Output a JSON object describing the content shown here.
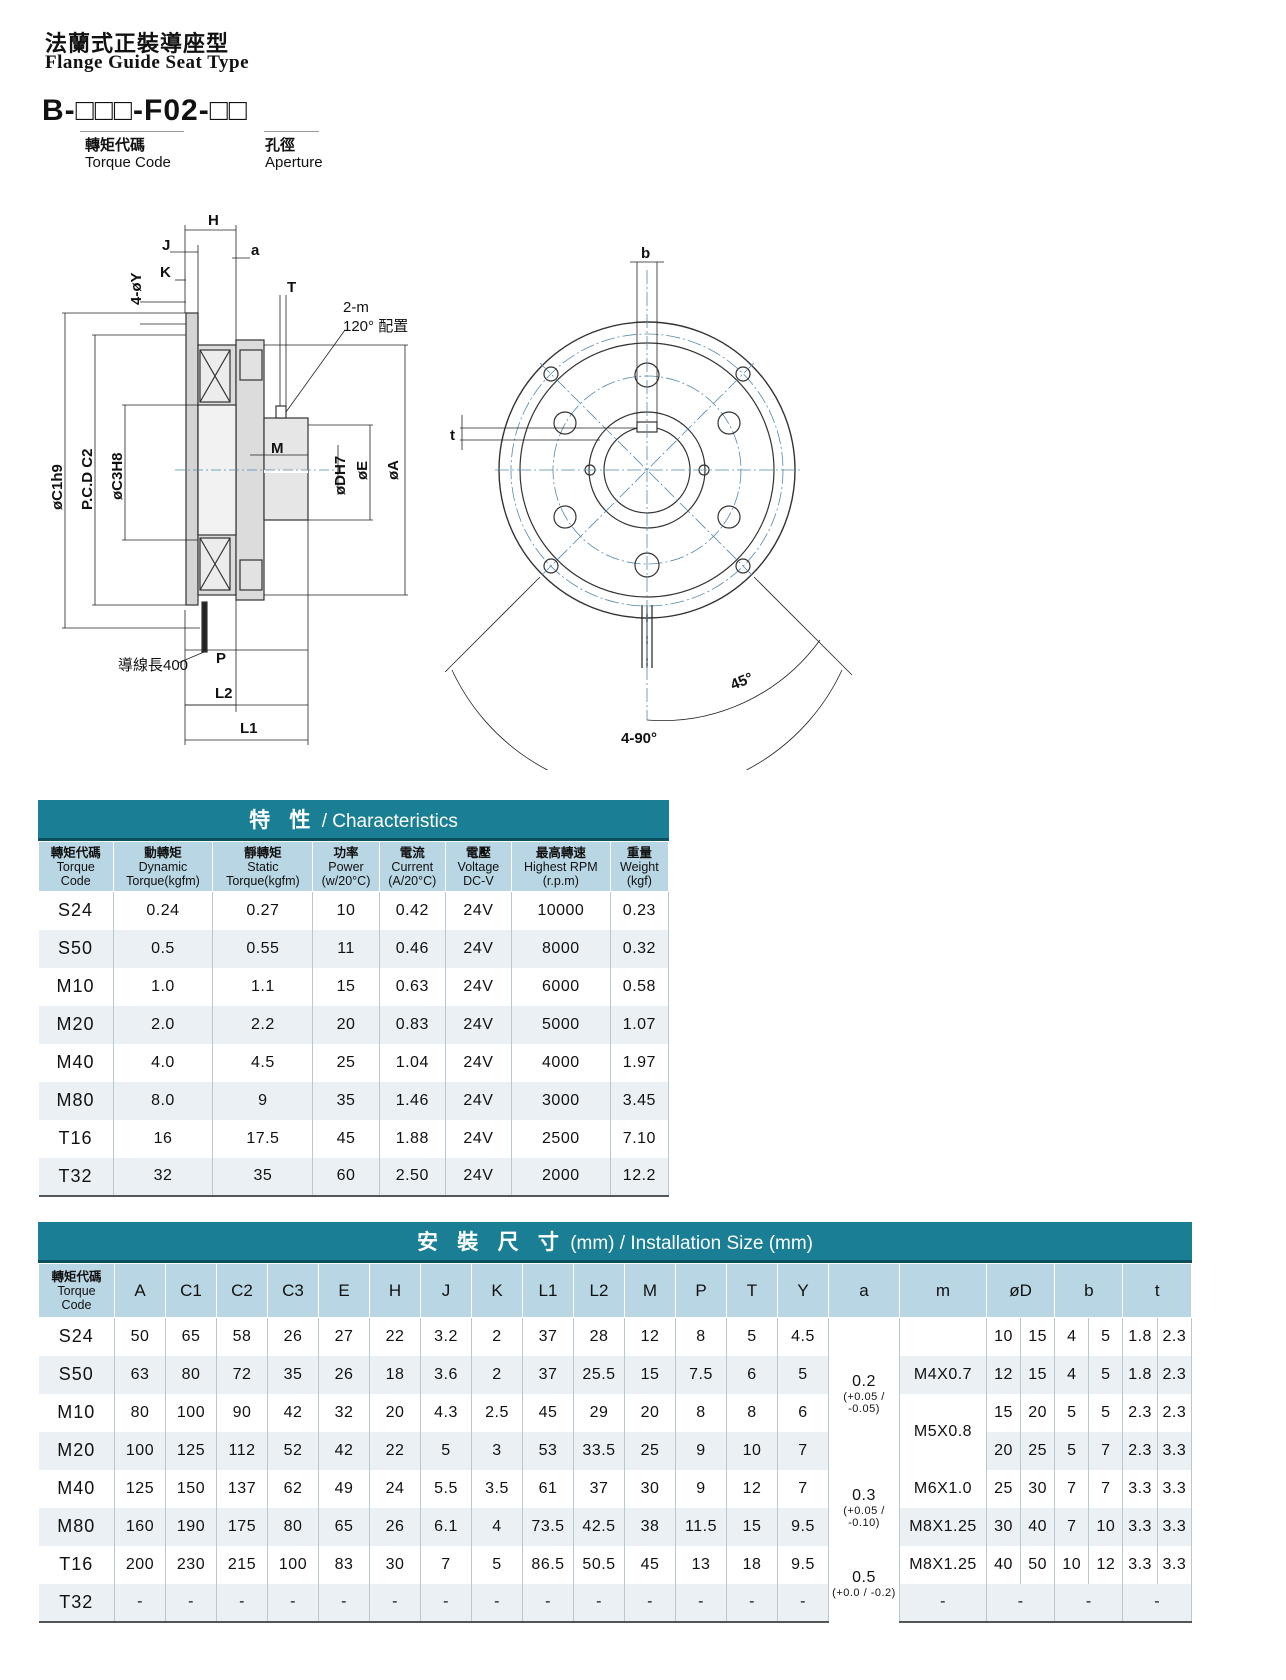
{
  "header": {
    "title_cn": "法蘭式正裝導座型",
    "title_en": "Flange Guide Seat Type",
    "model_code": "B-□□□-F02-□□",
    "torque_code_cn": "轉矩代碼",
    "torque_code_en": "Torque Code",
    "aperture_cn": "孔徑",
    "aperture_en": "Aperture"
  },
  "drawing": {
    "labels": {
      "H": "H",
      "J": "J",
      "a": "a",
      "K": "K",
      "Y": "4-øY",
      "T": "T",
      "m": "2-m",
      "m_note": "120° 配置",
      "M": "M",
      "C1": "øC1h9",
      "C2": "P.C.D C2",
      "C3": "øC3H8",
      "D": "øDH7",
      "E": "øE",
      "A": "øA",
      "lead": "導線長400",
      "P": "P",
      "L2": "L2",
      "L1": "L1",
      "b": "b",
      "t": "t",
      "deg45": "45°",
      "deg90": "4-90°"
    }
  },
  "characteristics": {
    "title_cn": "特 性",
    "title_en": "/ Characteristics",
    "headers": [
      {
        "cn": "轉矩代碼",
        "en1": "Torque",
        "en2": "Code"
      },
      {
        "cn": "動轉矩",
        "en1": "Dynamic",
        "en2": "Torque(kgfm)"
      },
      {
        "cn": "靜轉矩",
        "en1": "Static",
        "en2": "Torque(kgfm)"
      },
      {
        "cn": "功率",
        "en1": "Power",
        "en2": "(w/20°C)"
      },
      {
        "cn": "電流",
        "en1": "Current",
        "en2": "(A/20°C)"
      },
      {
        "cn": "電壓",
        "en1": "Voltage",
        "en2": "DC-V"
      },
      {
        "cn": "最高轉速",
        "en1": "Highest RPM",
        "en2": "(r.p.m)"
      },
      {
        "cn": "重量",
        "en1": "Weight",
        "en2": "(kgf)"
      }
    ],
    "rows": [
      [
        "S24",
        "0.24",
        "0.27",
        "10",
        "0.42",
        "24V",
        "10000",
        "0.23"
      ],
      [
        "S50",
        "0.5",
        "0.55",
        "11",
        "0.46",
        "24V",
        "8000",
        "0.32"
      ],
      [
        "M10",
        "1.0",
        "1.1",
        "15",
        "0.63",
        "24V",
        "6000",
        "0.58"
      ],
      [
        "M20",
        "2.0",
        "2.2",
        "20",
        "0.83",
        "24V",
        "5000",
        "1.07"
      ],
      [
        "M40",
        "4.0",
        "4.5",
        "25",
        "1.04",
        "24V",
        "4000",
        "1.97"
      ],
      [
        "M80",
        "8.0",
        "9",
        "35",
        "1.46",
        "24V",
        "3000",
        "3.45"
      ],
      [
        "T16",
        "16",
        "17.5",
        "45",
        "1.88",
        "24V",
        "2500",
        "7.10"
      ],
      [
        "T32",
        "32",
        "35",
        "60",
        "2.50",
        "24V",
        "2000",
        "12.2"
      ]
    ]
  },
  "installation": {
    "title_cn": "安 裝 尺 寸",
    "title_en": "(mm) / Installation Size (mm)",
    "code_header": {
      "cn": "轉矩代碼",
      "en1": "Torque",
      "en2": "Code"
    },
    "headers": [
      "A",
      "C1",
      "C2",
      "C3",
      "E",
      "H",
      "J",
      "K",
      "L1",
      "L2",
      "M",
      "P",
      "T",
      "Y",
      "a",
      "m",
      "øD",
      "b",
      "t"
    ],
    "rows": [
      {
        "code": "S24",
        "vals": [
          "50",
          "65",
          "58",
          "26",
          "27",
          "22",
          "3.2",
          "2",
          "37",
          "28",
          "12",
          "8",
          "5",
          "4.5"
        ],
        "D": [
          "10",
          "15"
        ],
        "b": [
          "4",
          "5"
        ],
        "t": [
          "1.8",
          "2.3"
        ]
      },
      {
        "code": "S50",
        "vals": [
          "63",
          "80",
          "72",
          "35",
          "26",
          "18",
          "3.6",
          "2",
          "37",
          "25.5",
          "15",
          "7.5",
          "6",
          "5"
        ],
        "D": [
          "12",
          "15"
        ],
        "b": [
          "4",
          "5"
        ],
        "t": [
          "1.8",
          "2.3"
        ]
      },
      {
        "code": "M10",
        "vals": [
          "80",
          "100",
          "90",
          "42",
          "32",
          "20",
          "4.3",
          "2.5",
          "45",
          "29",
          "20",
          "8",
          "8",
          "6"
        ],
        "D": [
          "15",
          "20"
        ],
        "b": [
          "5",
          "5"
        ],
        "t": [
          "2.3",
          "2.3"
        ]
      },
      {
        "code": "M20",
        "vals": [
          "100",
          "125",
          "112",
          "52",
          "42",
          "22",
          "5",
          "3",
          "53",
          "33.5",
          "25",
          "9",
          "10",
          "7"
        ],
        "D": [
          "20",
          "25"
        ],
        "b": [
          "5",
          "7"
        ],
        "t": [
          "2.3",
          "3.3"
        ]
      },
      {
        "code": "M40",
        "vals": [
          "125",
          "150",
          "137",
          "62",
          "49",
          "24",
          "5.5",
          "3.5",
          "61",
          "37",
          "30",
          "9",
          "12",
          "7"
        ],
        "D": [
          "25",
          "30"
        ],
        "b": [
          "7",
          "7"
        ],
        "t": [
          "3.3",
          "3.3"
        ]
      },
      {
        "code": "M80",
        "vals": [
          "160",
          "190",
          "175",
          "80",
          "65",
          "26",
          "6.1",
          "4",
          "73.5",
          "42.5",
          "38",
          "11.5",
          "15",
          "9.5"
        ],
        "D": [
          "30",
          "40"
        ],
        "b": [
          "7",
          "10"
        ],
        "t": [
          "3.3",
          "3.3"
        ]
      },
      {
        "code": "T16",
        "vals": [
          "200",
          "230",
          "215",
          "100",
          "83",
          "30",
          "7",
          "5",
          "86.5",
          "50.5",
          "45",
          "13",
          "18",
          "9.5"
        ],
        "D": [
          "40",
          "50"
        ],
        "b": [
          "10",
          "12"
        ],
        "t": [
          "3.3",
          "3.3"
        ]
      },
      {
        "code": "T32",
        "vals": [
          "-",
          "-",
          "-",
          "-",
          "-",
          "-",
          "-",
          "-",
          "-",
          "-",
          "-",
          "-",
          "-",
          "-"
        ],
        "D": [
          "-"
        ],
        "b": [
          "-"
        ],
        "t": [
          "-"
        ]
      }
    ],
    "a_groups": [
      {
        "value": "0.2",
        "tol": "(+0.05 / -0.05)"
      },
      {
        "value": "0.3",
        "tol": "(+0.05 / -0.10)"
      },
      {
        "value": "0.5",
        "tol": "(+0.0 / -0.2)"
      }
    ],
    "m_groups": [
      "M4X0.7",
      "M5X0.8",
      "M6X1.0",
      "M8X1.25",
      "M8X1.25",
      "-"
    ]
  }
}
